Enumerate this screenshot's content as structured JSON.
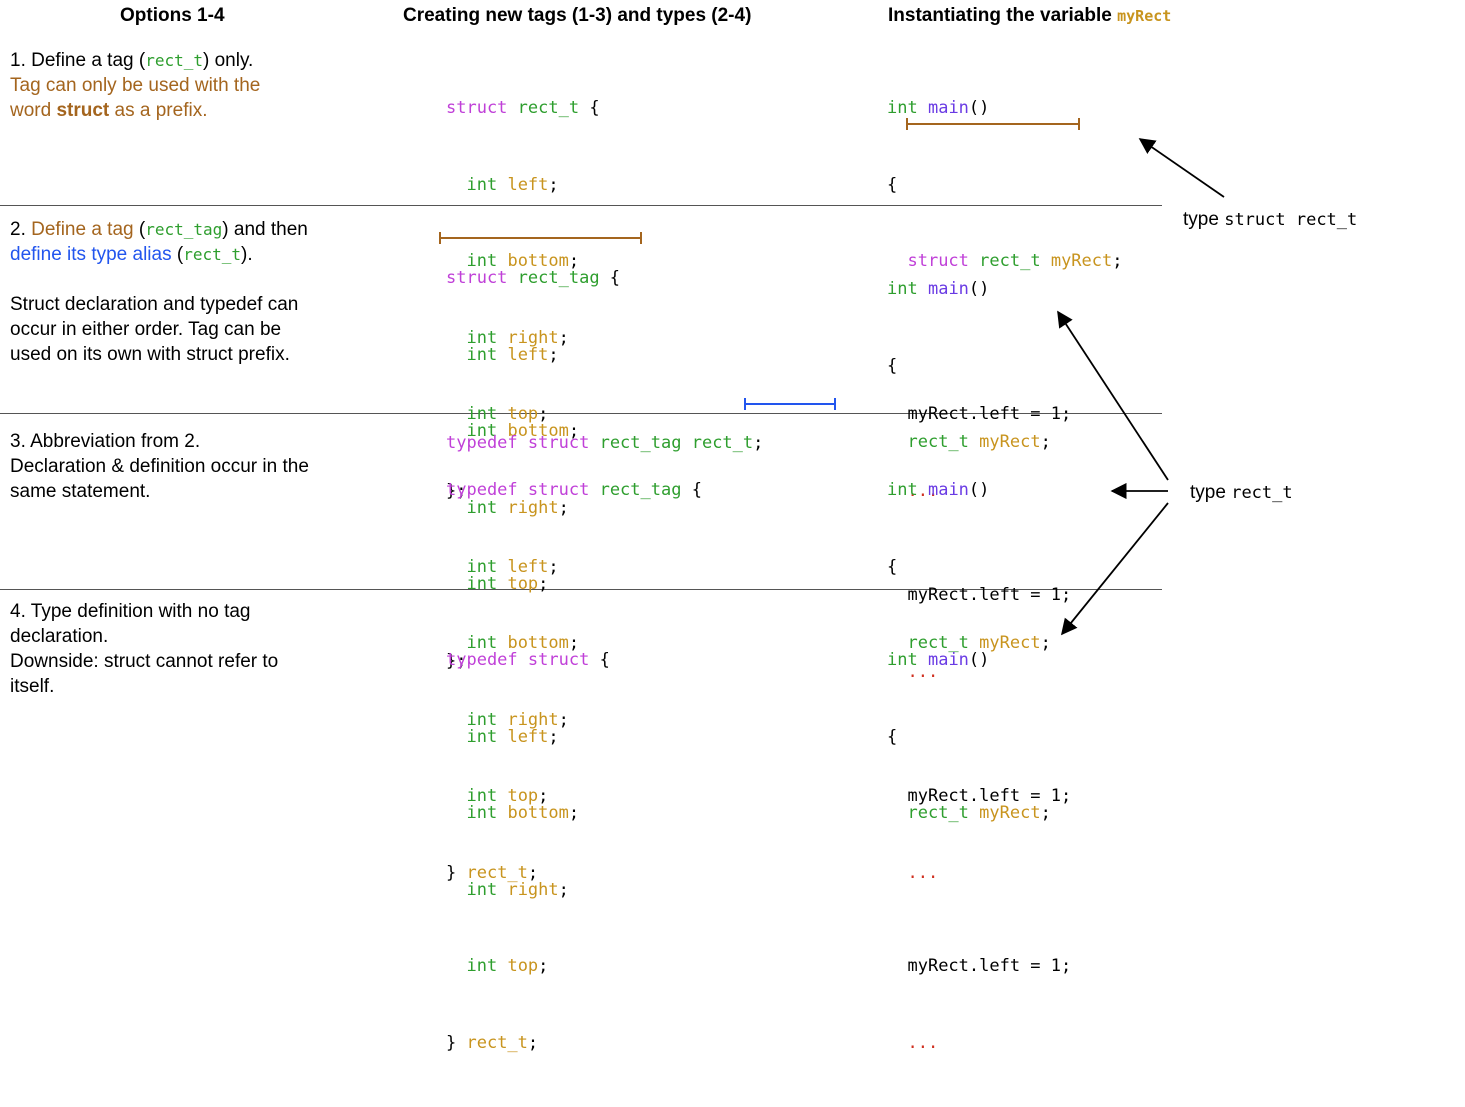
{
  "headers": {
    "col1": "Options 1-4",
    "col2": "Creating new tags (1-3) and types (2-4)",
    "col3_prefix": "Instantiating the variable ",
    "col3_var": "myRect"
  },
  "option1": {
    "line1_pre": "1. Define a tag (",
    "line1_code": "rect_t",
    "line1_post": ") only.",
    "line2": "Tag can only be used with the",
    "line3_pre": "word ",
    "line3_bold": "struct",
    "line3_post": " as a prefix.",
    "code": {
      "struct": "struct",
      "tag": "rect_t",
      "brace": " {",
      "int": "int",
      "left": "left",
      "bottom": "bottom",
      "right": "right",
      "top": "top",
      "semi": ";",
      "close": "};"
    }
  },
  "option2": {
    "line1_num": "2. ",
    "line1_a": "Define a tag",
    "line1_b": " (",
    "line1_code": "rect_tag",
    "line1_c": ") and then",
    "line2_a": "define its type alias",
    "line2_b": " (",
    "line2_code": "rect_t",
    "line2_c": ").",
    "para": [
      "Struct declaration and typedef can",
      "occur in either order. Tag can be",
      "used on its own with struct prefix."
    ],
    "code": {
      "struct": "struct",
      "tag": "rect_tag",
      "brace": " {",
      "close": "};",
      "typedef": "typedef",
      "struct2": "struct",
      "tag2": "rect_tag",
      "alias": "rect_t",
      "semi": ";"
    }
  },
  "option3": {
    "lines": [
      "3. Abbreviation from 2.",
      "Declaration & definition occur in the",
      "same statement."
    ],
    "code": {
      "typedef": "typedef",
      "struct": "struct",
      "tag": "rect_tag",
      "brace": " {",
      "close_brace": "} ",
      "alias": "rect_t",
      "semi": ";"
    }
  },
  "option4": {
    "lines": [
      "4. Type definition with no tag",
      "declaration.",
      "Downside: struct cannot refer to",
      "itself."
    ],
    "code": {
      "typedef": "typedef",
      "struct": "struct",
      "brace": " {",
      "close_brace": "} ",
      "alias": "rect_t",
      "semi": ";"
    }
  },
  "main_code": {
    "int": "int",
    "main": "main",
    "parens": "()",
    "open": "{",
    "struct": "struct",
    "tag": "rect_t",
    "type": "rect_t",
    "var": "myRect",
    "semi": ";",
    "assign": "myRect.left = 1;",
    "ellipsis": "..."
  },
  "annotations": {
    "type_word": "type",
    "struct_type": "struct rect_t",
    "alias_type": "rect_t"
  },
  "colors": {
    "keyword": "#c040d8",
    "tag": "#2e9e2e",
    "member": "#c8941e",
    "function": "#6a3be4",
    "ellipsis": "#d03020",
    "brown_text": "#a4651e",
    "blue_text": "#2255ee"
  }
}
